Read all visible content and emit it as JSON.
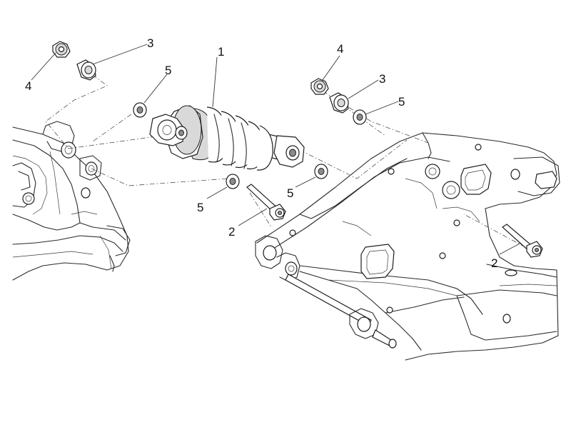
{
  "callouts": [
    {
      "id": "c1",
      "text": "1"
    },
    {
      "id": "c2a",
      "text": "2"
    },
    {
      "id": "c2b",
      "text": "2"
    },
    {
      "id": "c3a",
      "text": "3"
    },
    {
      "id": "c3b",
      "text": "3"
    },
    {
      "id": "c4a",
      "text": "4"
    },
    {
      "id": "c4b",
      "text": "4"
    },
    {
      "id": "c5a",
      "text": "5"
    },
    {
      "id": "c5b",
      "text": "5"
    },
    {
      "id": "c5c",
      "text": "5"
    },
    {
      "id": "c5d",
      "text": "5"
    }
  ],
  "colors": {
    "line": "#2a2a2a",
    "background": "#ffffff"
  }
}
